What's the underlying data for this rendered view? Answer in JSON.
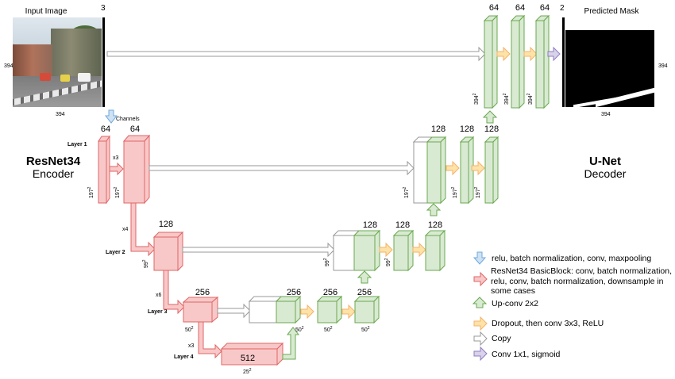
{
  "labels": {
    "input_image": "Input Image",
    "predicted_mask": "Predicted Mask",
    "channels": "Channels",
    "encoder_title": "ResNet34",
    "encoder_sub": "Encoder",
    "decoder_title": "U-Net",
    "decoder_sub": "Decoder",
    "layer1": "Layer 1",
    "layer2": "Layer 2",
    "layer3": "Layer 3",
    "layer4": "Layer 4",
    "x3a": "x3",
    "x4": "x4",
    "x6": "x6",
    "x3b": "x3",
    "in_ch": "3",
    "out_ch": "2",
    "dim394": "394",
    "dim197": "197",
    "dim99": "99",
    "dim50": "50",
    "dim25": "25",
    "sup2": "2",
    "ch64": "64",
    "ch128": "128",
    "ch256": "256",
    "ch512": "512"
  },
  "legend": [
    {
      "color": "blue",
      "text": "relu, batch normalization, conv, maxpooling"
    },
    {
      "color": "red",
      "text": "ResNet34 BasicBlock: conv, batch normalization, relu, conv, batch normalization, downsample in some cases"
    },
    {
      "color": "green",
      "text": "Up-conv 2x2"
    },
    {
      "color": "orange",
      "text": "Dropout, then conv 3x3, ReLU"
    },
    {
      "color": "white",
      "text": "Copy"
    },
    {
      "color": "purple",
      "text": "Conv 1x1, sigmoid"
    }
  ],
  "colors": {
    "red_fill": "#f8c8c8",
    "red_stroke": "#e06666",
    "green_fill": "#d9ead3",
    "green_stroke": "#6aa84f",
    "white_fill": "#ffffff",
    "gray_stroke": "#999999",
    "blue_fill": "#cfe2f3",
    "blue_stroke": "#6fa8dc",
    "orange_fill": "#fde3a7",
    "orange_stroke": "#f6b26b",
    "purple_fill": "#d9d2e9",
    "purple_stroke": "#8e7cc3"
  }
}
